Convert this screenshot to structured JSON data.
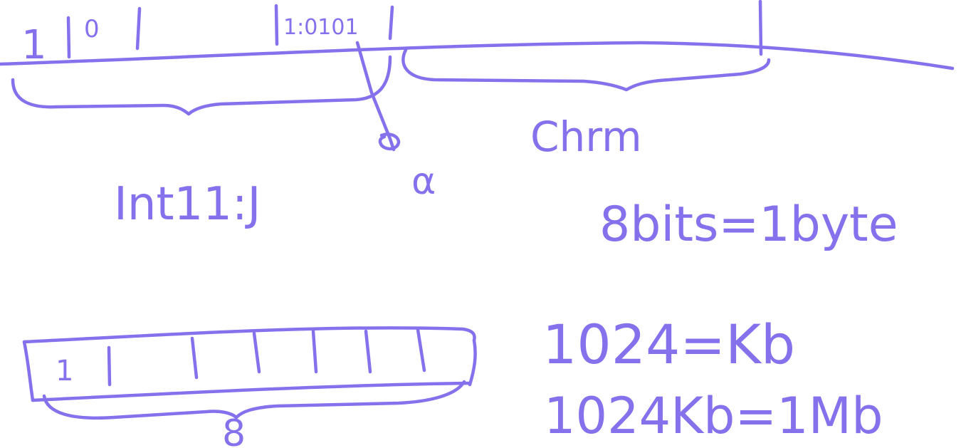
{
  "whiteboard": {
    "ink_color": "#8571ec",
    "top_tape": {
      "cells": [
        "1",
        "0",
        "1:0101"
      ],
      "group_label_left": "Int11:J",
      "group_label_right": "Chrm",
      "pointer_label": "α"
    },
    "byte_tape": {
      "first_cell": "1",
      "width_label": "8"
    },
    "notes": {
      "line1": "8bits=1byte",
      "line2": "1024=Kb",
      "line3": "1024Kb=1Mb"
    }
  }
}
